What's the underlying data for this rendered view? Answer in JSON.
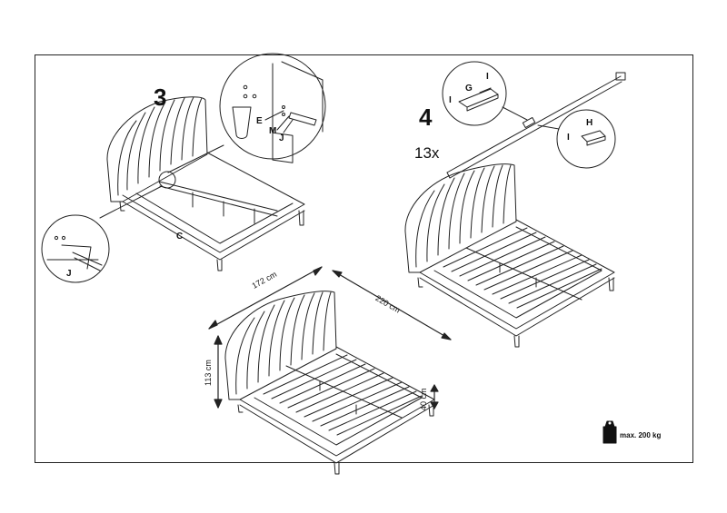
{
  "steps": {
    "step3": "3",
    "step4": "4"
  },
  "parts": {
    "E": "E",
    "M": "M",
    "J_top": "J",
    "C": "C",
    "J_left": "J",
    "G": "G",
    "I_a": "I",
    "I_b": "I",
    "H": "H",
    "I_c": "I"
  },
  "quantity": "13x",
  "dimensions": {
    "width": "172 cm",
    "length": "220 cm",
    "height": "113 cm",
    "leg_height": "40 cm"
  },
  "max_load": "max.  200  kg",
  "icons": {
    "weight": "weight-icon"
  },
  "colors": {
    "line": "#222222",
    "background": "#ffffff"
  }
}
